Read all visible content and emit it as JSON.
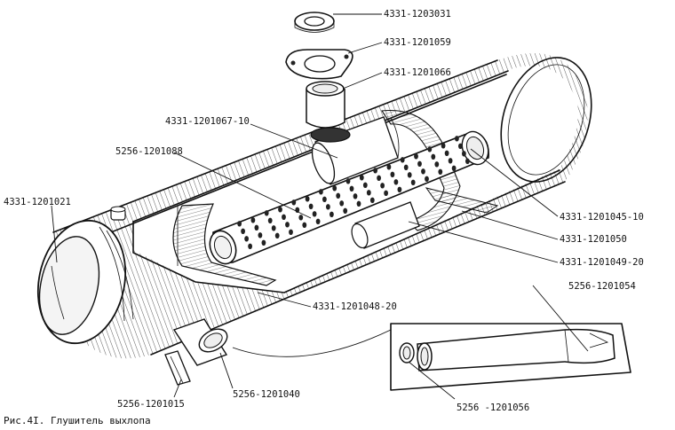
{
  "parts": [
    {
      "id": "4331-1203031",
      "text": "4331-1203031"
    },
    {
      "id": "4331-1201059",
      "text": "4331-1201059"
    },
    {
      "id": "4331-1201066",
      "text": "4331-1201066"
    },
    {
      "id": "4331-1201067-10",
      "text": "4331-1201067-10"
    },
    {
      "id": "5256-1201088",
      "text": "5256-1201088"
    },
    {
      "id": "4331-1201021",
      "text": "4331-1201021"
    },
    {
      "id": "4331-1201045-10",
      "text": "4331-1201045-10"
    },
    {
      "id": "4331-1201050",
      "text": "4331-1201050"
    },
    {
      "id": "4331-1201049-20",
      "text": "4331-1201049-20"
    },
    {
      "id": "4331-1201048-20",
      "text": "4331-1201048-20"
    },
    {
      "id": "5256-1201054",
      "text": "5256-1201054"
    },
    {
      "id": "5256-1201015",
      "text": "5256-1201015"
    },
    {
      "id": "5256-1201040",
      "text": "5256-1201040"
    },
    {
      "id": "5256-1201056",
      "text": "5256 -1201056"
    }
  ],
  "caption": "Рис.4I. Глушитель выхлопа"
}
